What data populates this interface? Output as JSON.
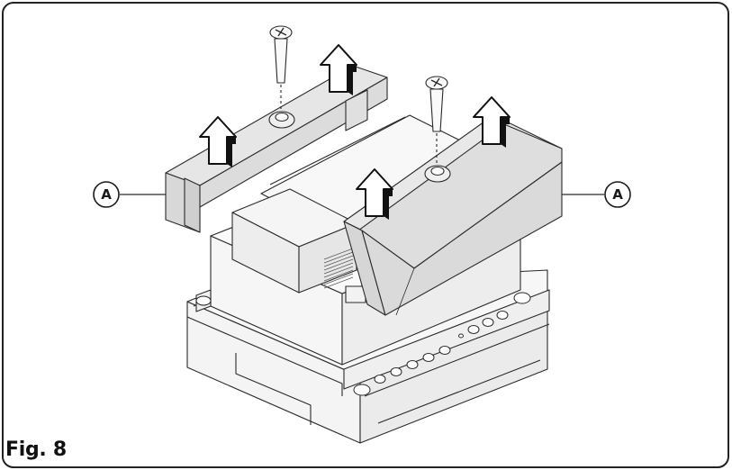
{
  "figure": {
    "label": "Fig. 8",
    "callouts": [
      {
        "id": "left-cover",
        "letter": "A"
      },
      {
        "id": "right-cover",
        "letter": "A"
      }
    ]
  },
  "colors": {
    "frame": "#222222",
    "outline": "#2a2a2a",
    "housing": "#f2f2f2",
    "cover": "#e4e4e4",
    "cover_shadow": "#d2d2d2",
    "arrow_fill": "#ffffff",
    "arrow_stroke": "#111111"
  },
  "icons": [
    "screw-icon",
    "up-arrow-icon",
    "callout-circle-icon"
  ]
}
